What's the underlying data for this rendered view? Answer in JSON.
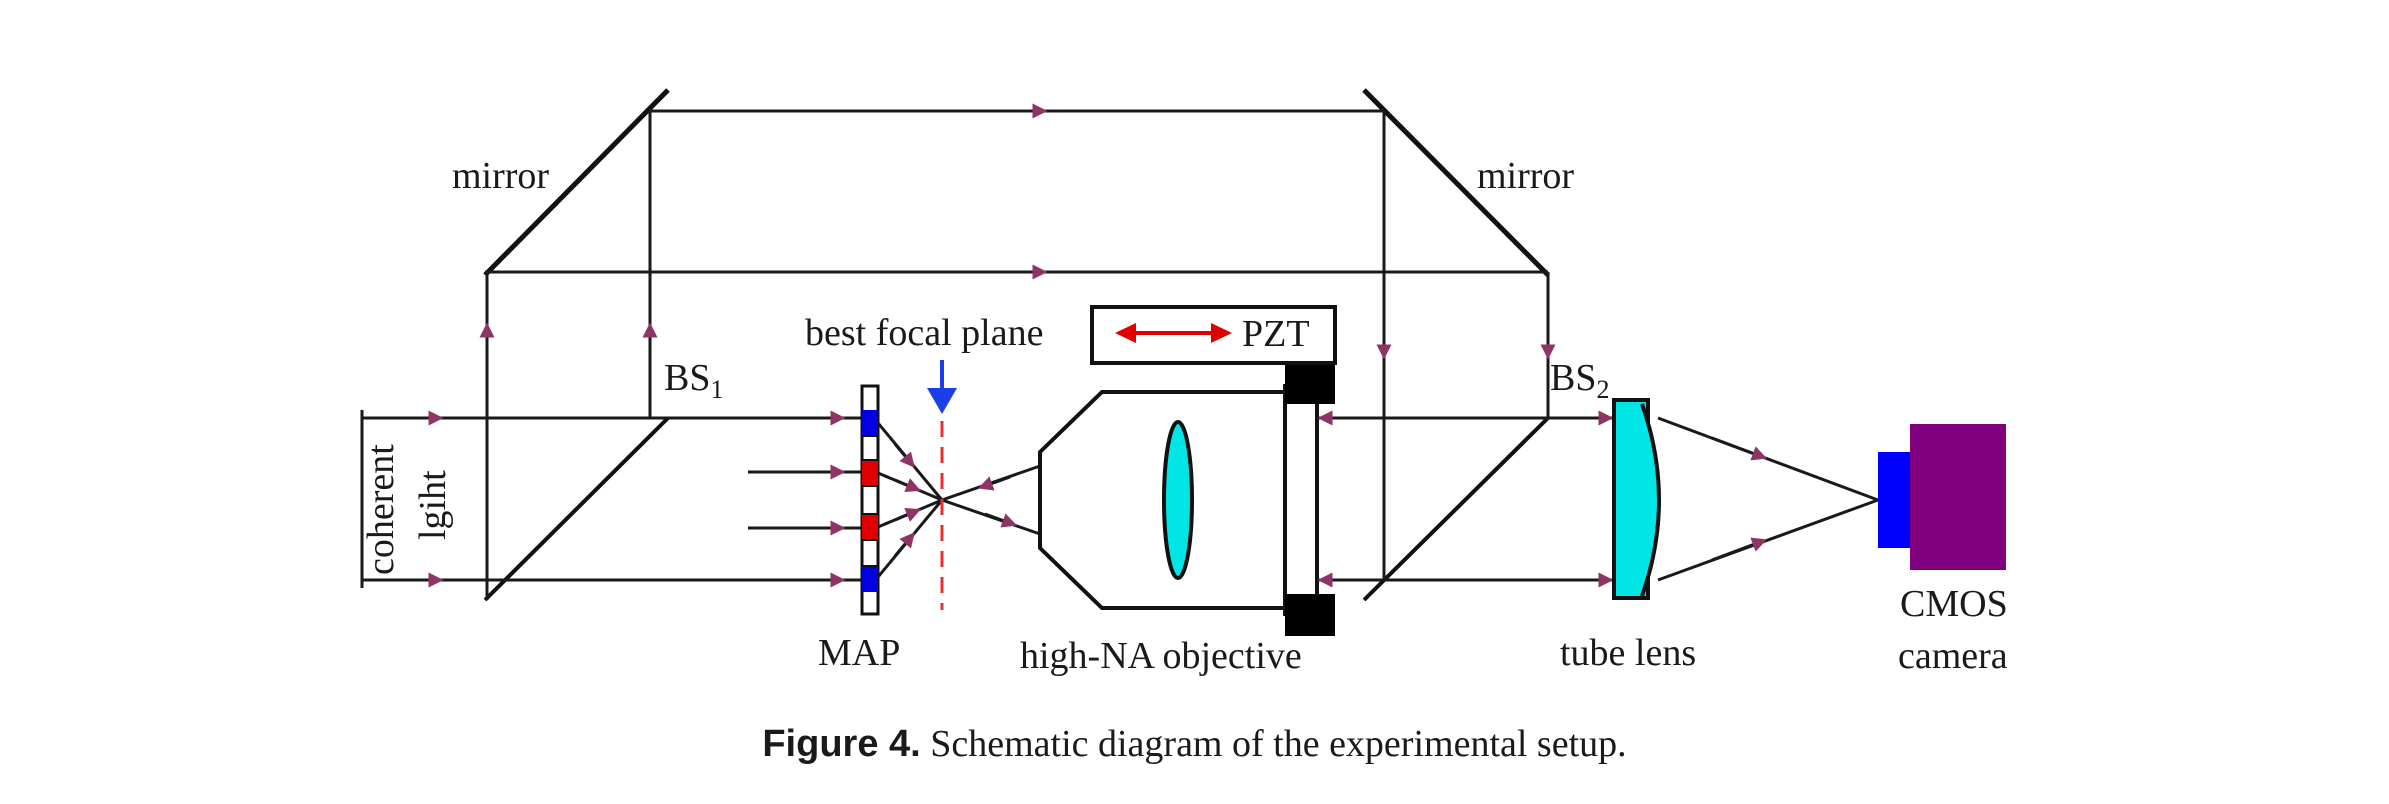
{
  "labels": {
    "mirror_left": "mirror",
    "mirror_right": "mirror",
    "bs1_main": "BS",
    "bs1_sub": "1",
    "bs2_main": "BS",
    "bs2_sub": "2",
    "best_focal_plane": "best focal plane",
    "pzt": "PZT",
    "coherent": "coherent",
    "light": "lgiht",
    "map": "MAP",
    "objective": "high-NA objective",
    "tube_lens": "tube lens",
    "cmos_line1": "CMOS",
    "cmos_line2": "camera"
  },
  "caption": {
    "lead": "Figure 4.",
    "text": "Schematic diagram of the experimental setup."
  },
  "colors": {
    "line": "#1a1a1a",
    "arrowhead": "#8e3566",
    "map_blue": "#0000e0",
    "map_red": "#e00000",
    "focal_plane": "#e83030",
    "focal_marker": "#1a3ee8",
    "pzt_arrow": "#e00000",
    "lens": "#00e6e6",
    "camera_body": "#800080",
    "camera_sensor": "#0000ff"
  },
  "icons": {
    "focal_marker": "down-arrow-icon",
    "pzt_motion": "double-arrow-icon"
  }
}
